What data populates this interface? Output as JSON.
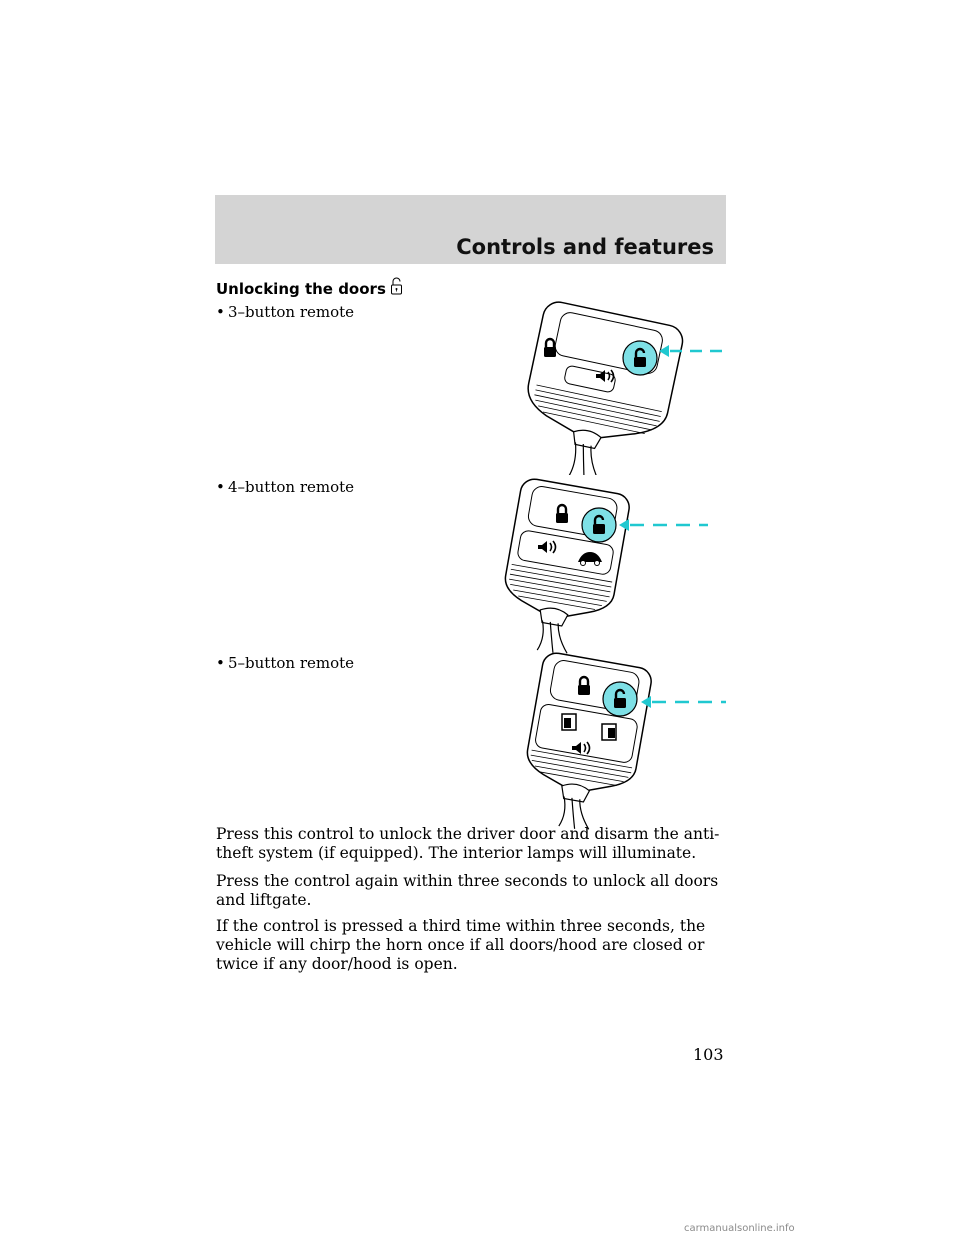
{
  "header": {
    "title": "Controls and features"
  },
  "section": {
    "heading": "Unlocking the doors",
    "heading_icon": "unlocked-padlock-icon"
  },
  "remotes": [
    {
      "label": "3–button remote",
      "highlighted_button": "unlock"
    },
    {
      "label": "4–button remote",
      "highlighted_button": "unlock"
    },
    {
      "label": "5–button remote",
      "highlighted_button": "unlock"
    }
  ],
  "bullet_symbol": "•",
  "paragraphs": [
    "Press this control to unlock the driver door and disarm the anti-theft system (if equipped). The interior lamps will illuminate.",
    "Press the control again within three seconds to unlock all doors and liftgate.",
    "If the control is pressed a third time within three seconds, the vehicle will chirp the horn once if all doors/hood are closed or twice if any door/hood is open."
  ],
  "page_number": "103",
  "watermark": "carmanualsonline.info",
  "colors": {
    "highlight": "#7ee0e6",
    "header_band": "#d4d4d4"
  }
}
